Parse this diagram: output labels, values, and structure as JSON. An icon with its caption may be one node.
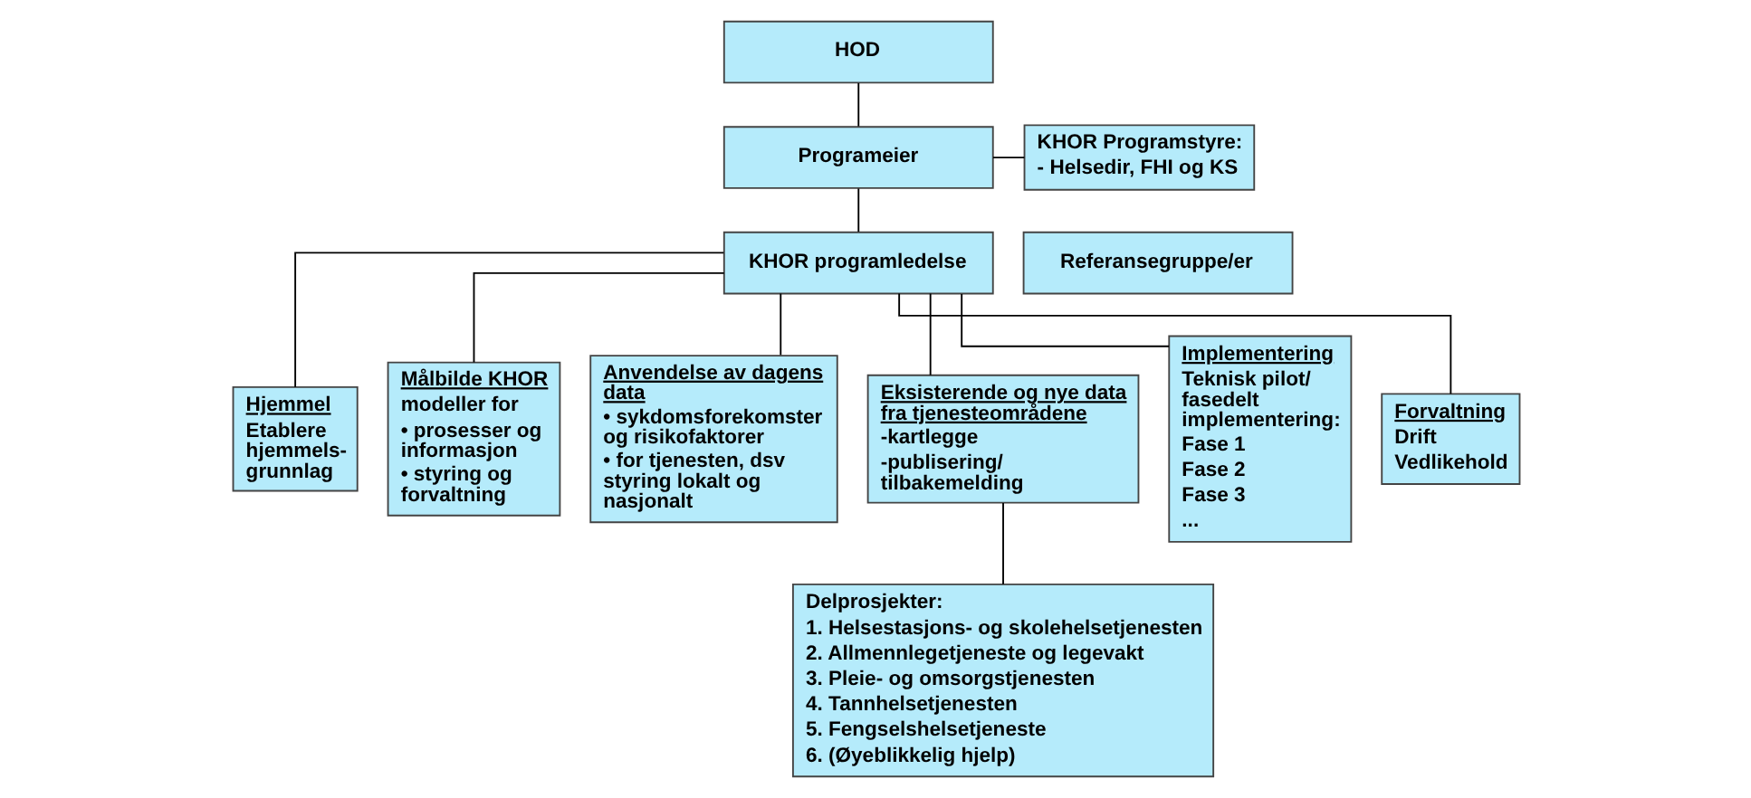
{
  "diagram": {
    "nodes": [
      {
        "text": [
          "HOD"
        ]
      },
      {
        "text": [
          "Programeier"
        ]
      },
      {
        "text": [
          "KHOR Programstyre:",
          "- Helsedir, FHI og KS"
        ]
      },
      {
        "text": [
          "KHOR programledelse"
        ]
      },
      {
        "text": [
          "Referansegruppe/er"
        ]
      },
      {
        "text": [
          "Hjemmel",
          "Etablere hjemmels- grunnlag"
        ]
      },
      {
        "text": [
          "Målbilde KHOR",
          "modeller for",
          "• prosesser og informasjon",
          "• styring og forvaltning"
        ]
      },
      {
        "text": [
          "Anvendelse av dagens data",
          "• sykdomsforekomster og risikofaktorer",
          "• for tjenesten, dsv styring lokalt og nasjonalt"
        ]
      },
      {
        "text": [
          "Eksisterende og nye data fra tjenesteområdene",
          "-kartlegge",
          "-publisering/ tilbakemelding"
        ]
      },
      {
        "text": [
          "Delprosjekter:",
          "1. Helsestasjons- og skolehelsetjenesten",
          "2. Allmennlegetjeneste og legevakt",
          "3. Pleie- og omsorgstjenesten",
          "4. Tannhelsetjenesten",
          "5. Fengselshelsetjeneste",
          "6. (Øyeblikkelig hjelp)"
        ]
      },
      {
        "text": [
          "Implementering",
          "Teknisk pilot/ fasedelt implementering:",
          "Fase 1",
          "Fase 2",
          "Fase 3",
          "..."
        ]
      },
      {
        "text": [
          "Forvaltning",
          "Drift",
          "Vedlikehold"
        ]
      }
    ],
    "edges": [
      {
        "from": 0,
        "to": 1,
        "arrow": "none"
      },
      {
        "from": 1,
        "to": 2,
        "arrow": "none"
      },
      {
        "from": 1,
        "to": 3,
        "arrow": "none"
      },
      {
        "from": 3,
        "to": 5,
        "arrow": "none"
      },
      {
        "from": 3,
        "to": 6,
        "arrow": "none"
      },
      {
        "from": 3,
        "to": 7,
        "arrow": "none"
      },
      {
        "from": 3,
        "to": 8,
        "arrow": "none"
      },
      {
        "from": 3,
        "to": 10,
        "arrow": "none"
      },
      {
        "from": 3,
        "to": 11,
        "arrow": "none"
      },
      {
        "from": 8,
        "to": 9,
        "arrow": "none"
      }
    ]
  }
}
